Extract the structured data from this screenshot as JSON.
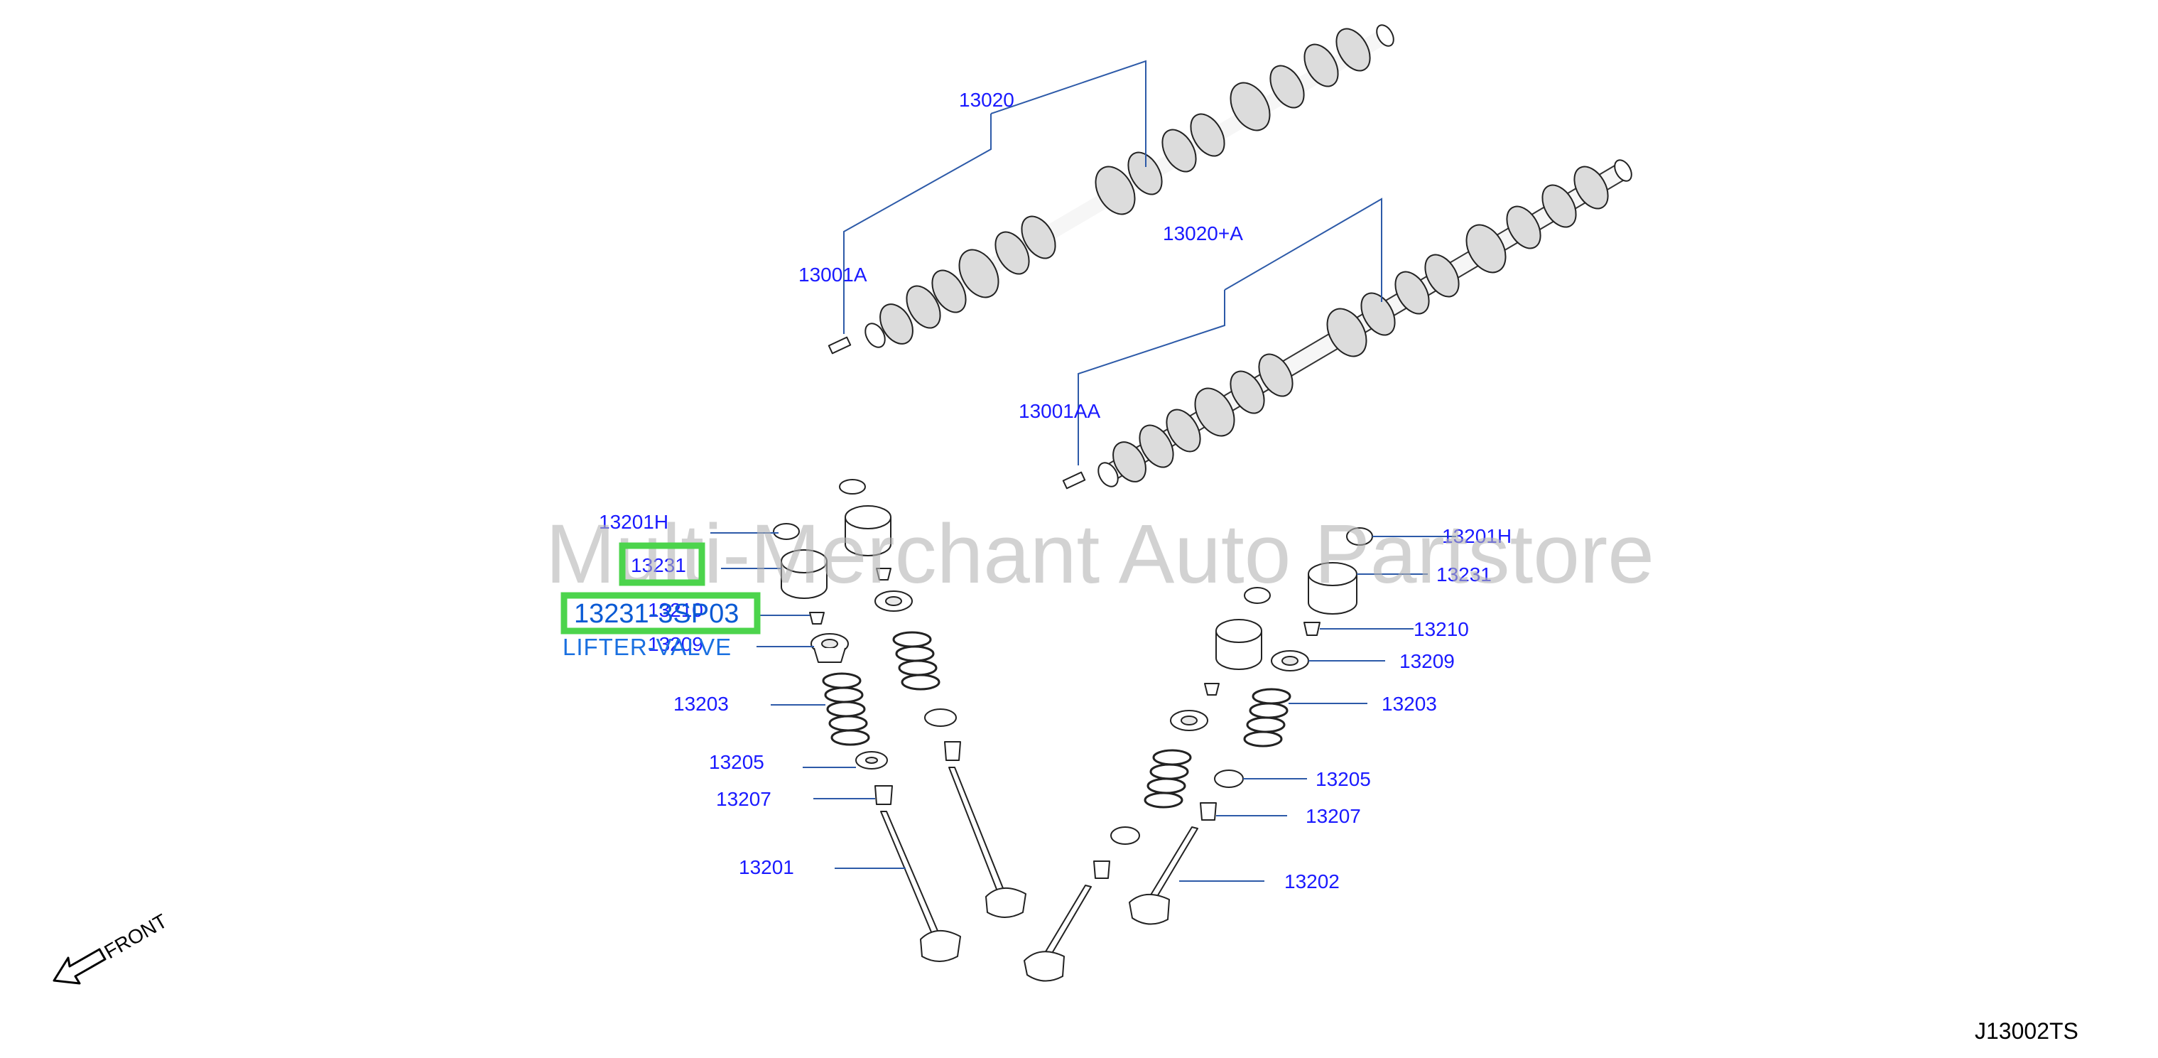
{
  "diagram": {
    "code": "J13002TS",
    "front_label": "FRONT",
    "watermark": "Multi-Merchant Auto Partstore",
    "callouts": {
      "c13020": "13020",
      "c13001A": "13001A",
      "c13020A": "13020+A",
      "c13001AA": "13001AA",
      "c13201H_left": "13201H",
      "c13231_left": "13231",
      "c13210_left": "13210",
      "c13209_left": "13209",
      "c13203_left": "13203",
      "c13205_left": "13205",
      "c13207_left": "13207",
      "c13201": "13201",
      "c13201H_right": "13201H",
      "c13231_right": "13231",
      "c13210_right": "13210",
      "c13209_right": "13209",
      "c13203_right": "13203",
      "c13205_right": "13205",
      "c13207_right": "13207",
      "c13202": "13202"
    },
    "highlight": {
      "part_number": "13231-3SP03",
      "part_name": "LIFTER-VALVE"
    }
  },
  "colors": {
    "callout": "#1a1aff",
    "leader": "#2d5aa8",
    "highlight": "#4cd44c",
    "watermark": "#b4b4b4"
  }
}
